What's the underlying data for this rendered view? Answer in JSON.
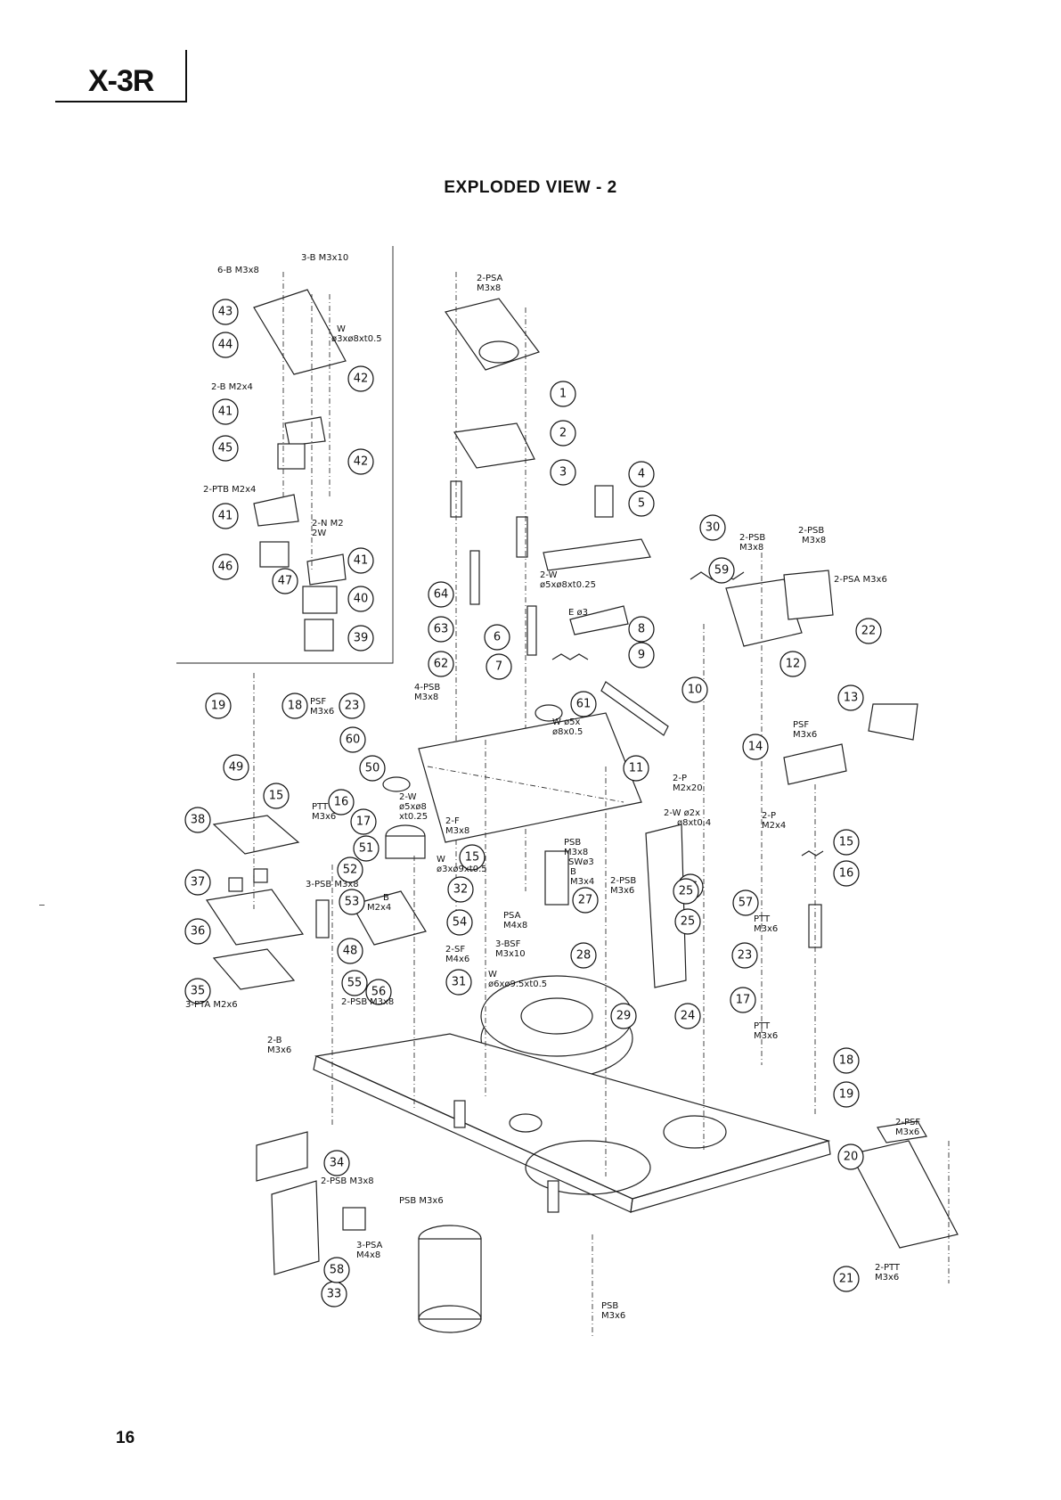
{
  "page": {
    "model": "X-3R",
    "title": "EXPLODED VIEW - 2",
    "page_number": "16"
  },
  "callouts": [
    "1",
    "2",
    "3",
    "4",
    "5",
    "6",
    "7",
    "8",
    "9",
    "10",
    "11",
    "12",
    "13",
    "14",
    "15",
    "16",
    "17",
    "18",
    "19",
    "20",
    "21",
    "22",
    "23",
    "24",
    "25",
    "26",
    "27",
    "28",
    "29",
    "30",
    "31",
    "32",
    "33",
    "34",
    "35",
    "36",
    "37",
    "38",
    "39",
    "40",
    "41",
    "42",
    "43",
    "44",
    "45",
    "46",
    "47",
    "48",
    "49",
    "50",
    "51",
    "52",
    "53",
    "54",
    "55",
    "56",
    "57",
    "58",
    "59",
    "60",
    "61",
    "62",
    "63",
    "64"
  ],
  "hardware_labels": {
    "h01": "6-B M3x8",
    "h02": "3-B M3x10",
    "h03": "W",
    "h04": "ø3xø8xt0.5",
    "h05": "2-B M2x4",
    "h06": "2-PTB M2x4",
    "h07": "2-N M2",
    "h08": "2W",
    "h09": "2-PSA",
    "h10": "M3x8",
    "h11": "2-W",
    "h12": "ø5xø8xt0.25",
    "h13": "E ø3",
    "h14": "2-PSB",
    "h15": "M3x8",
    "h16": "2-PSB",
    "h17": "M3x8",
    "h18": "2-PSA M3x6",
    "h19": "4-PSB",
    "h20": "M3x8",
    "h21": "PSF",
    "h22": "M3x6",
    "h23": "W ø5x",
    "h24": "ø8x0.5",
    "h25": "PSF",
    "h26": "M3x6",
    "h27": "2-P",
    "h28": "M2x20",
    "h29": "2-W",
    "h30": "ø5xø8",
    "h31": "xt0.25",
    "h32": "2-F",
    "h33": "M3x8",
    "h34": "PTT",
    "h35": "M3x6",
    "h36": "2-W ø2x",
    "h37": "ø8xt0.4",
    "h38": "2-P",
    "h39": "M2x4",
    "h40": "PSB",
    "h41": "M3x8",
    "h42": "SWø3",
    "h43": "B",
    "h44": "M3x4",
    "h45": "W",
    "h46": "ø3xø9xt0.5",
    "h47": "3-PSB M3x8",
    "h48": "B",
    "h49": "M2x4",
    "h50": "2-PSB",
    "h51": "M3x6",
    "h52": "PSA",
    "h53": "M4x8",
    "h54": "3-BSF",
    "h55": "M3x10",
    "h56": "2-SF",
    "h57": "M4x6",
    "h58": "PTT",
    "h59": "M3x6",
    "h60": "W",
    "h61": "ø6xø9.5xt0.5",
    "h62": "2-PSB",
    "h63": "M3x8",
    "h64": "3-PTA M2x6",
    "h65": "PTT",
    "h66": "M3x6",
    "h67": "2-B",
    "h68": "M3x6",
    "h69": "2-PSF",
    "h70": "M3x6",
    "h71": "2-PSB M3x8",
    "h72": "PSB M3x6",
    "h73": "3-PSA",
    "h74": "M4x8",
    "h75": "2-PTT",
    "h76": "M3x6",
    "h77": "PSB",
    "h78": "M3x6"
  }
}
